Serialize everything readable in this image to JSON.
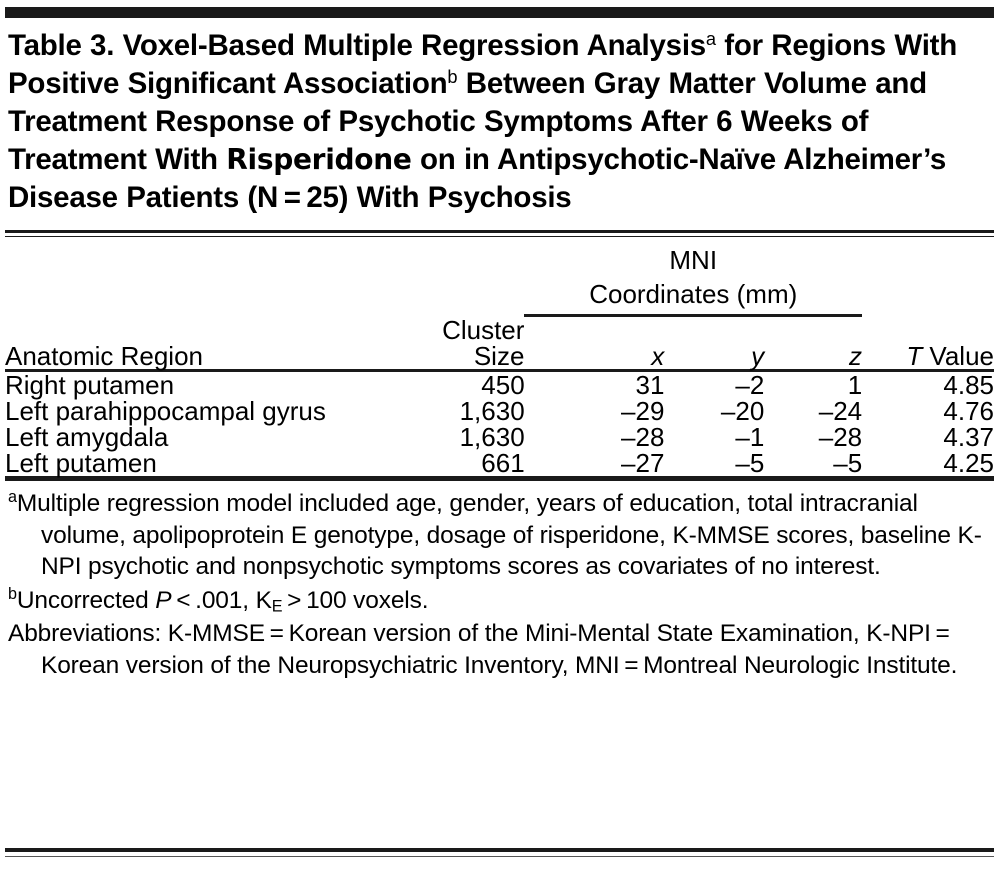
{
  "title": {
    "prefix": "Table 3. Voxel-Based Multiple Regression Analysis",
    "sup_a": "a",
    "mid1": " for Regions With Positive Significant Association",
    "sup_b": "b",
    "mid2": " Between Gray Matter Volume and Treatment Response of Psychotic Symptoms After 6 Weeks of Treatment With ",
    "drug": "Risperidone",
    "mid3": " on in Antipsychotic-Naïve Alzheimer’s Disease Patients (N = 25) With Psychosis",
    "full_text": "Table 3. Voxel-Based Multiple Regression Analysis a for Regions With Positive Significant Association b Between Gray Matter Volume and Treatment Response of Psychotic Symptoms After 6 Weeks of Treatment With Risperidone on in Antipsychotic-Naïve Alzheimer’s Disease Patients (N = 25) With Psychosis"
  },
  "table": {
    "group_header": {
      "line1": "MNI",
      "line2": "Coordinates (mm)"
    },
    "columns": [
      {
        "key": "region",
        "label": "Anatomic Region",
        "align": "left"
      },
      {
        "key": "cluster",
        "label": "Cluster Size",
        "align": "right"
      },
      {
        "key": "x",
        "label": "x",
        "align": "right",
        "italic": true
      },
      {
        "key": "y",
        "label": "y",
        "align": "right",
        "italic": true
      },
      {
        "key": "z",
        "label": "z",
        "align": "right",
        "italic": true
      },
      {
        "key": "t",
        "label": "T Value",
        "align": "right",
        "italic_first": "T"
      }
    ],
    "t_value_header": {
      "italic": "T",
      "rest": " Value"
    },
    "rows": [
      {
        "region": "Right putamen",
        "cluster": "450",
        "x": "31",
        "y": "–2",
        "z": "1",
        "t": "4.85"
      },
      {
        "region": "Left parahippocampal gyrus",
        "cluster": "1,630",
        "x": "–29",
        "y": "–20",
        "z": "–24",
        "t": "4.76"
      },
      {
        "region": "Left amygdala",
        "cluster": "1,630",
        "x": "–28",
        "y": "–1",
        "z": "–28",
        "t": "4.37"
      },
      {
        "region": "Left putamen",
        "cluster": "661",
        "x": "–27",
        "y": "–5",
        "z": "–5",
        "t": "4.25"
      }
    ]
  },
  "footnotes": [
    {
      "marker": "a",
      "text": "Multiple regression model included age, gender, years of education, total intracranial volume, apolipoprotein E genotype, dosage of risperidone, K-MMSE scores, baseline K-NPI psychotic and nonpsychotic symptoms scores as covariates of no interest."
    },
    {
      "marker": "b",
      "parts": {
        "before_italic": "Uncorrected ",
        "italic": "P",
        "after_italic": " < .001, K",
        "subscript": "E",
        "tail": " > 100 voxels."
      },
      "text": "Uncorrected P < .001, KE > 100 voxels."
    },
    {
      "marker": "",
      "text": "Abbreviations: K-MMSE = Korean version of the Mini-Mental State Examination, K-NPI = Korean version of the Neuropsychiatric Inventory, MNI = Montreal Neurologic Institute."
    }
  ],
  "colors": {
    "ink": "#1a1a1a",
    "background": "#ffffff"
  }
}
